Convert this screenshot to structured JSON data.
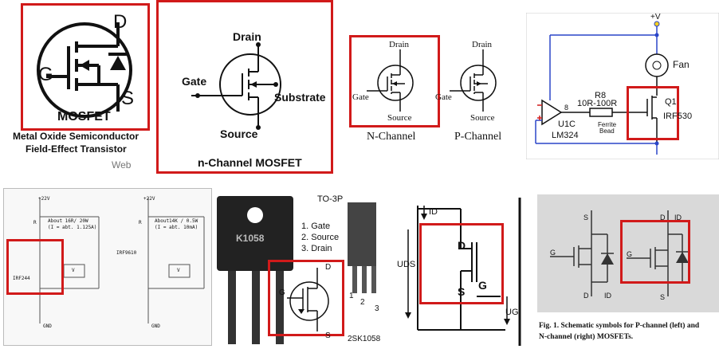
{
  "tiles": {
    "t1": {
      "d": "D",
      "g": "G",
      "s": "S",
      "title": "MOSFET",
      "caption_line1": "Metal Oxide Semiconductor",
      "caption_line2": "Field-Effect Transistor",
      "web": "Web"
    },
    "t2": {
      "drain": "Drain",
      "gate": "Gate",
      "substrate": "Substrate",
      "source": "Source",
      "title": "n-Channel MOSFET"
    },
    "t3": {
      "n_drain": "Drain",
      "n_gate": "Gate",
      "n_source": "Source",
      "p_drain": "Drain",
      "p_gate": "Gate",
      "p_source": "Source",
      "n_label": "N-Channel",
      "p_label": "P-Channel"
    },
    "t4": {
      "vplus": "+V",
      "fan": "Fan",
      "r8": "R8",
      "r_value": "10R-100R",
      "u1c": "U1C",
      "lm324": "LM324",
      "ferrite": "Ferrite",
      "bead": "Bead",
      "q1": "Q1",
      "irf": "IRF530",
      "pin8": "8"
    },
    "t5": {
      "left_v": "+22V",
      "left_r": "R",
      "left_note1": "About 16R/ 20W",
      "left_note2": "(I = abt. 1.125A)",
      "left_part": "IRF244",
      "left_gnd": "GND",
      "left_meter": "V",
      "right_v": "+22V",
      "right_r": "R",
      "right_note1": "About14K / 0.5W",
      "right_note2": "(I = abt. 10mA)",
      "right_part": "IRF9610",
      "right_gnd": "GND",
      "right_meter": "V"
    },
    "t6": {
      "package": "TO-3P",
      "part_mark": "K1058",
      "pin1": "1. Gate",
      "pin2": "2. Source",
      "pin3": "3. Drain",
      "d": "D",
      "g": "G",
      "s": "S",
      "n1": "1",
      "n2": "2",
      "n3": "3",
      "part": "2SK1058"
    },
    "t7": {
      "id": "ID",
      "uds": "UDS",
      "d": "D",
      "g": "G",
      "s": "S",
      "ug": "UG"
    },
    "t8": {
      "s_left": "S",
      "g_left": "G",
      "d_left": "D",
      "id_left": "ID",
      "d_right_top": "D",
      "id_right_top": "ID",
      "g_right": "G",
      "s_right_bottom": "S",
      "caption1": "Fig. 1. Schematic symbols for P-channel (left) and",
      "caption2": "N-channel (right) MOSFETs."
    }
  },
  "colors": {
    "highlight": "#d11a1a",
    "wire_blue": "#2a45c8",
    "panel_gray": "#d9d9d9"
  }
}
